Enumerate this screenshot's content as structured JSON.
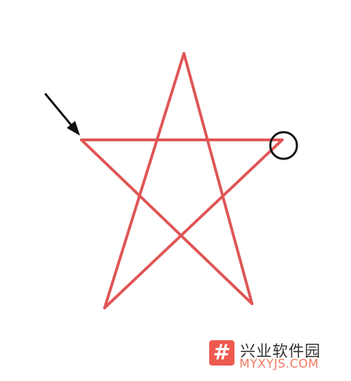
{
  "diagram": {
    "star_color": "#e05555",
    "arrow_color": "#111111",
    "marker_color": "#111111",
    "arrow_icon": "arrow-pointing-to-left-tip",
    "marker_icon": "circle-around-right-tip"
  },
  "watermark": {
    "logo_char": "#",
    "name_cn": "兴业软件园",
    "url": "MYXYJS.COM",
    "logo_color": "#ee5a4f",
    "url_color": "#f07a60"
  }
}
